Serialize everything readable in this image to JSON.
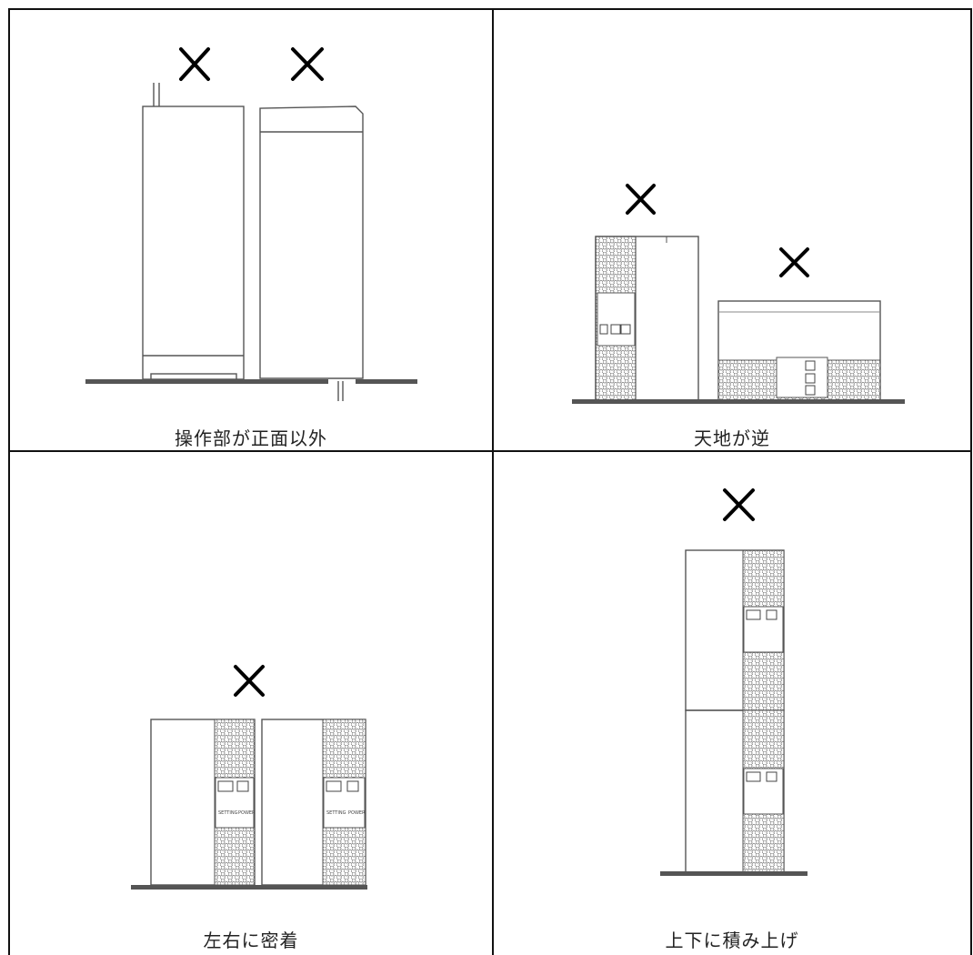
{
  "cells": [
    {
      "caption": "操作部が正面以外"
    },
    {
      "caption": "天地が逆"
    },
    {
      "caption": "左右に密着"
    },
    {
      "caption": "上下に積み上げ"
    }
  ],
  "panel_text": {
    "left": "SETTING",
    "right": "POWER"
  },
  "mark_icon": "cross-mark-icon"
}
